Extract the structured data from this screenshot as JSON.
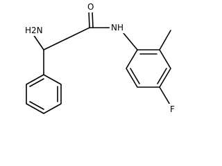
{
  "molecule": {
    "labels": {
      "amine": "H2N",
      "carbonyl_oxygen": "O",
      "amide_nitrogen": "NH",
      "fluorine": "F"
    },
    "colors": {
      "bond": "#000000",
      "text": "#000000",
      "background": "#ffffff"
    }
  }
}
